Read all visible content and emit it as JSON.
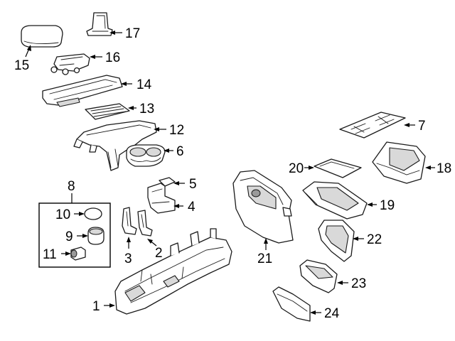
{
  "callouts": {
    "c1": "1",
    "c2": "2",
    "c3": "3",
    "c4": "4",
    "c5": "5",
    "c6": "6",
    "c7": "7",
    "c8": "8",
    "c9": "9",
    "c10": "10",
    "c11": "11",
    "c12": "12",
    "c13": "13",
    "c14": "14",
    "c15": "15",
    "c16": "16",
    "c17": "17",
    "c18": "18",
    "c19": "19",
    "c20": "20",
    "c21": "21",
    "c22": "22",
    "c23": "23",
    "c24": "24"
  }
}
